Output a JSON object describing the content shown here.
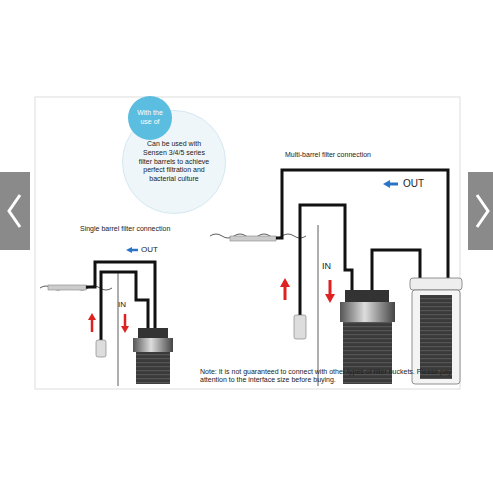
{
  "diagram": {
    "nodes": [
      {
        "text": [
          "With the use of"
        ]
      },
      {
        "text": [
          "Can be used with Sensen 3/4/5 series filter barrels to achieve perfect filtration and bacterial culture"
        ]
      }
    ],
    "labels": [
      "Multi-barrel filter connection",
      "OUT",
      "Single barrel filter connection",
      "OUT",
      "IN",
      "IN",
      "Note: It is not guaranteed to connect with other types of filter buckets. Please pay attention to the interface size before buying."
    ]
  }
}
